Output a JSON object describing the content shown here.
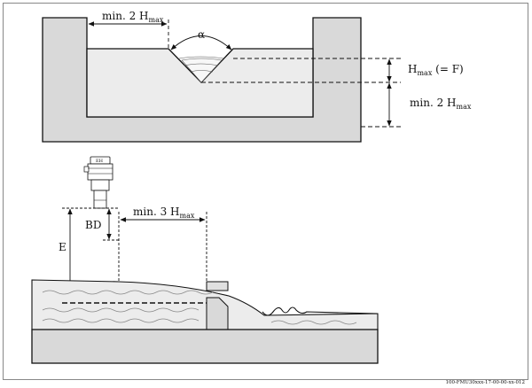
{
  "labels": {
    "top_min_gap": {
      "main": "min. 2 H",
      "sub": "max"
    },
    "alpha": "α",
    "hmax_f": {
      "main": "H",
      "sub": "max",
      "tail": " (= F)"
    },
    "right_min_gap": {
      "main": "min. 2 H",
      "sub": "max"
    },
    "sensor_tag": "EH",
    "bd": "BD",
    "e": "E",
    "min3": {
      "main": "min. 3 H",
      "sub": "max"
    }
  },
  "figure_code": "100-FMU30xxx-17-00-00-xx-012"
}
